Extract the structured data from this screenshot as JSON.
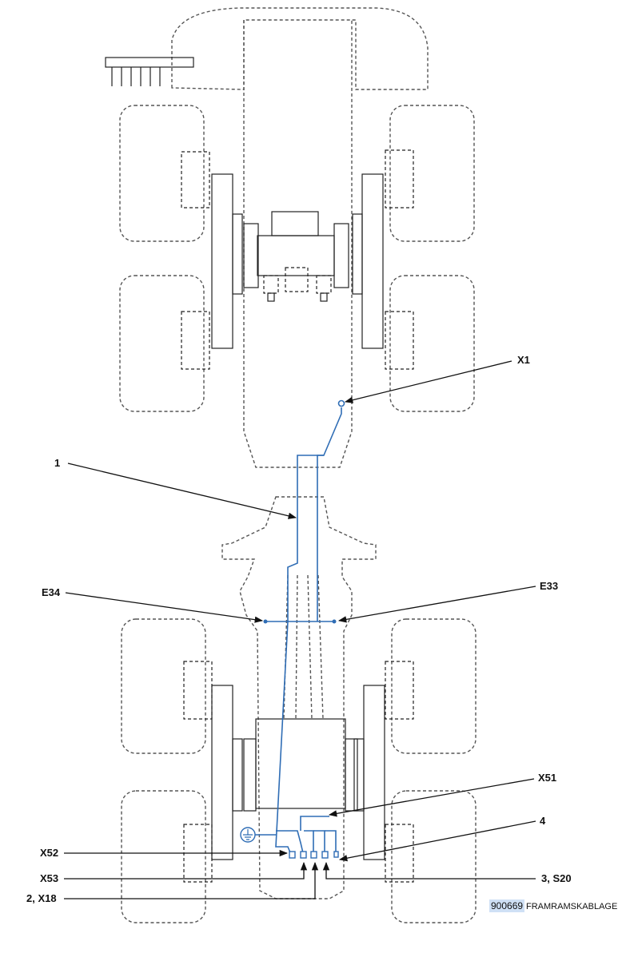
{
  "labels": {
    "x1": "X1",
    "one": "1",
    "e34": "E34",
    "e33": "E33",
    "x51": "X51",
    "four": "4",
    "x52": "X52",
    "x53": "X53",
    "two_x18": "2, X18",
    "three_s20": "3, S20"
  },
  "caption": {
    "code": "900669",
    "text": "FRAMRAMSKABLAGE"
  },
  "colors": {
    "wire": "#2f6db5",
    "caption_highlight": "#cfe0f5"
  }
}
